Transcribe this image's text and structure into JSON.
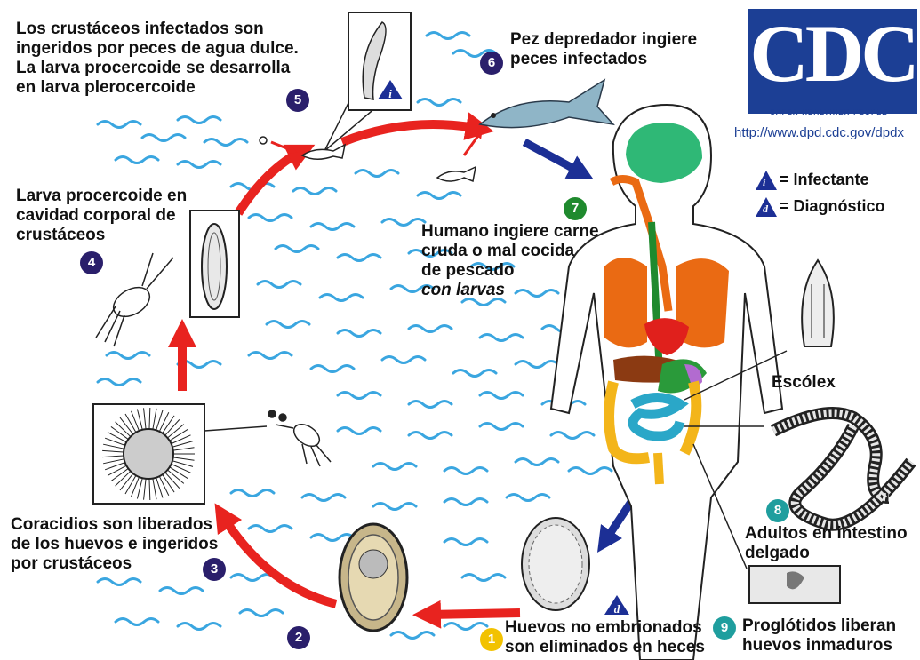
{
  "logo": {
    "text": "CDC",
    "tagline": "SAFER·HEALTHIER·PEOPLE™"
  },
  "url": "http://www.dpd.cdc.gov/dpdx",
  "legend": {
    "infective_symbol": "i",
    "infective_label": "= Infectante",
    "diagnostic_symbol": "d",
    "diagnostic_label": "= Diagnóstico"
  },
  "steps": {
    "s1": {
      "num": "1",
      "color": "#f2c200",
      "lines": [
        "Huevos no embrionados",
        "son eliminados en heces"
      ]
    },
    "s2": {
      "num": "2",
      "color": "#2a1f6b"
    },
    "s3": {
      "num": "3",
      "color": "#2a1f6b",
      "lines": [
        "Coracidios son liberados",
        "de los huevos e ingeridos",
        "por crustáceos"
      ]
    },
    "s4": {
      "num": "4",
      "color": "#2a1f6b",
      "lines": [
        "Larva procercoide en",
        "cavidad corporal de",
        "crustáceos"
      ]
    },
    "s5": {
      "num": "5",
      "color": "#2a1f6b",
      "lines": [
        "Los crustáceos infectados son",
        "ingeridos por peces de agua dulce.",
        "La larva procercoide se desarrolla",
        "en larva plerocercoide"
      ]
    },
    "s6": {
      "num": "6",
      "color": "#2a1f6b",
      "lines": [
        "Pez depredador ingiere",
        "peces infectados"
      ]
    },
    "s7": {
      "num": "7",
      "color": "#1f8a2e",
      "lines": [
        "Humano ingiere carne",
        "cruda o mal cocida",
        "de pescado"
      ],
      "italic": "con larvas"
    },
    "s8": {
      "num": "8",
      "color": "#1f9e9e",
      "lines": [
        "Adultos en intestino",
        "delgado"
      ]
    },
    "s9": {
      "num": "9",
      "color": "#1f9e9e",
      "lines": [
        "Proglótidos liberan",
        "huevos inmaduros"
      ]
    }
  },
  "scolex_label": "Escólex",
  "marker_i": "i",
  "marker_d": "d",
  "colors": {
    "water": "#3aa6e0",
    "cycle_arrow": "#e8231f",
    "human_arrow": "#1c2f95",
    "cdc_blue": "#1c3f95"
  }
}
